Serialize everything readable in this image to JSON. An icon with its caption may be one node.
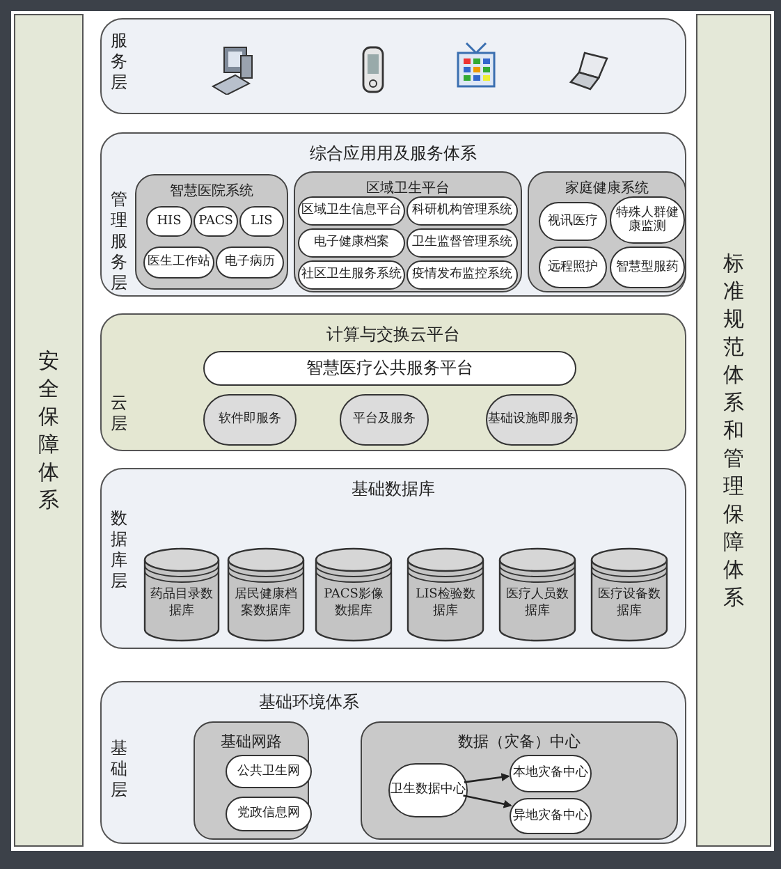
{
  "diagram": {
    "nodes": [
      {
        "text": [
          "安全保障体系"
        ]
      },
      {
        "text": [
          "服务层"
        ]
      },
      {
        "text": [
          "综合应用用及服务体系",
          "管理服务层"
        ]
      },
      {
        "text": [
          "智慧医院系统"
        ],
        "in": 2
      },
      {
        "text": [
          "HIS"
        ],
        "in": 3
      },
      {
        "text": [
          "PACS"
        ],
        "in": 3
      },
      {
        "text": [
          "LIS"
        ],
        "in": 3
      },
      {
        "text": [
          "医生工作站"
        ],
        "in": 3
      },
      {
        "text": [
          "电子病历"
        ],
        "in": 3
      },
      {
        "text": [
          "区域卫生平台"
        ],
        "in": 2
      },
      {
        "text": [
          "区域卫生信息平台"
        ],
        "in": 9
      },
      {
        "text": [
          "科研机构管理系统"
        ],
        "in": 9
      },
      {
        "text": [
          "电子健康档案"
        ],
        "in": 9
      },
      {
        "text": [
          "卫生监督管理系统"
        ],
        "in": 9
      },
      {
        "text": [
          "社区卫生服务系统"
        ],
        "in": 9
      },
      {
        "text": [
          "疫情发布监控系统"
        ],
        "in": 9
      },
      {
        "text": [
          "家庭健康系统"
        ],
        "in": 2
      },
      {
        "text": [
          "视讯医疗"
        ],
        "in": 16
      },
      {
        "text": [
          "特殊人群健康监测"
        ],
        "in": 16
      },
      {
        "text": [
          "远程照护"
        ],
        "in": 16
      },
      {
        "text": [
          "智慧型服药"
        ],
        "in": 16
      },
      {
        "text": [
          "计算与交换云平台",
          "云层"
        ]
      },
      {
        "text": [
          "智慧医疗公共服务平台"
        ],
        "in": 21
      },
      {
        "text": [
          "软件即服务"
        ],
        "in": 21
      },
      {
        "text": [
          "平台及服务"
        ],
        "in": 21
      },
      {
        "text": [
          "基础设施即服务"
        ],
        "in": 21
      },
      {
        "text": [
          "基础数据库",
          "数据库层"
        ]
      },
      {
        "text": [
          "药品目录数据库"
        ],
        "in": 26
      },
      {
        "text": [
          "居民健康档案数据库"
        ],
        "in": 26
      },
      {
        "text": [
          "PACS影像数据库"
        ],
        "in": 26
      },
      {
        "text": [
          "LIS检验数据库"
        ],
        "in": 26
      },
      {
        "text": [
          "医疗人员数据库"
        ],
        "in": 26
      },
      {
        "text": [
          "医疗设备数据库"
        ],
        "in": 26
      },
      {
        "text": [
          "基础环境体系",
          "基础层"
        ]
      },
      {
        "text": [
          "基础网路"
        ],
        "in": 33
      },
      {
        "text": [
          "公共卫生网"
        ],
        "in": 34
      },
      {
        "text": [
          "党政信息网"
        ],
        "in": 34
      },
      {
        "text": [
          "数据（灾备）中心"
        ],
        "in": 33
      },
      {
        "text": [
          "卫生数据中心"
        ],
        "in": 37
      },
      {
        "text": [
          "本地灾备中心"
        ],
        "in": 37
      },
      {
        "text": [
          "异地灾备中心"
        ],
        "in": 37
      },
      {
        "text": [
          "标准规范体系和管理保障体系"
        ]
      }
    ],
    "edges": [
      {
        "from": 38,
        "to": 39,
        "arrow": "to"
      },
      {
        "from": 38,
        "to": 40,
        "arrow": "to"
      }
    ]
  }
}
